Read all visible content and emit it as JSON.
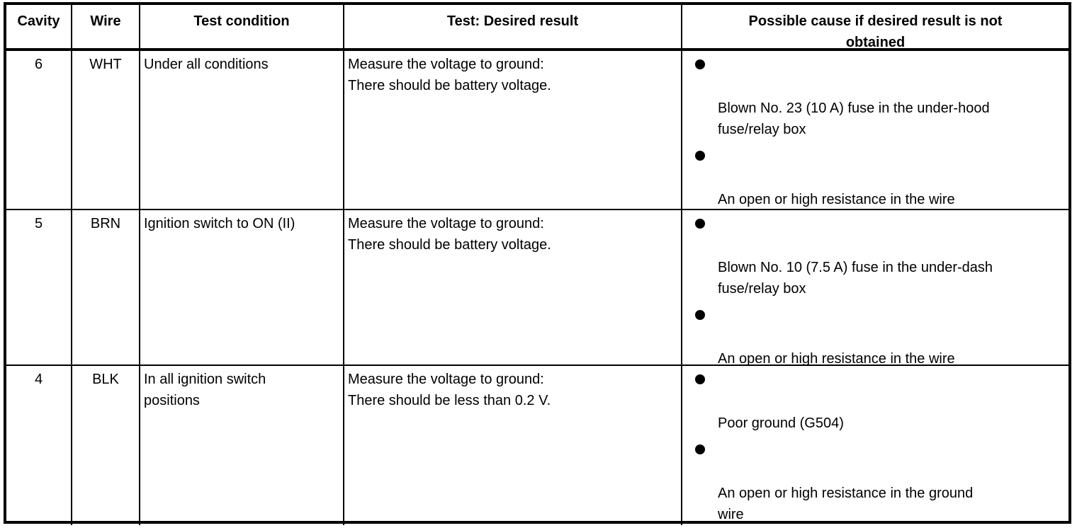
{
  "table": {
    "headers": {
      "cavity": "Cavity",
      "wire": "Wire",
      "test_condition": "Test condition",
      "test_desired_result": "Test: Desired result",
      "possible_cause": "Possible cause if desired result is not\nobtained"
    },
    "rows": [
      {
        "cavity": "6",
        "wire": "WHT",
        "test_condition": "Under all conditions",
        "test_result": "Measure the voltage to ground:\nThere should be battery voltage.",
        "causes": [
          "Blown No. 23 (10 A) fuse in the under-hood\nfuse/relay box",
          "An open or high resistance in the wire"
        ]
      },
      {
        "cavity": "5",
        "wire": "BRN",
        "test_condition": "Ignition switch to ON (II)",
        "test_result": "Measure the voltage to ground:\nThere should be battery voltage.",
        "causes": [
          "Blown No. 10 (7.5 A) fuse in the under-dash\nfuse/relay box",
          "An open or high resistance in the wire"
        ]
      },
      {
        "cavity": "4",
        "wire": "BLK",
        "test_condition": "In all ignition switch\npositions",
        "test_result": "Measure the voltage to ground:\nThere should be less than 0.2 V.",
        "causes": [
          "Poor ground (G504)",
          "An open or high resistance in the ground\nwire"
        ]
      }
    ]
  },
  "colors": {
    "text": "#000000",
    "border": "#000000",
    "background": "#ffffff"
  },
  "icons": {
    "bullet": "filled-circle"
  }
}
